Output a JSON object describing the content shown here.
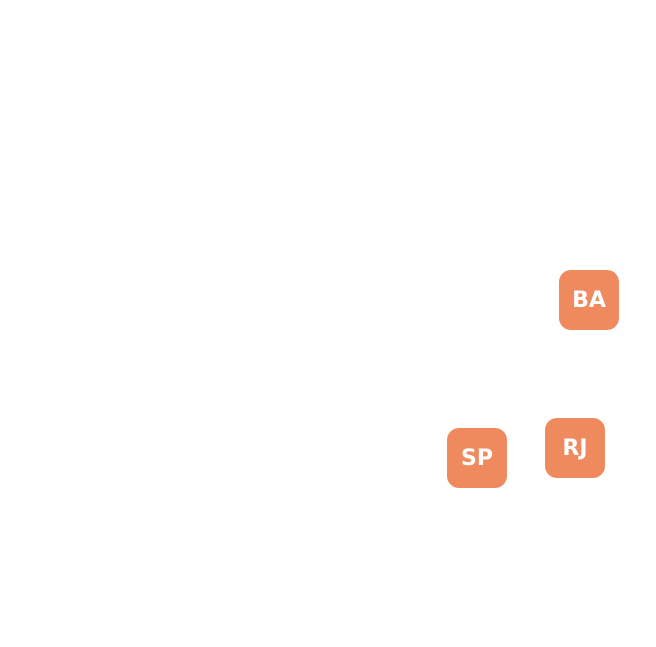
{
  "markers_color": "#EF8A5F",
  "markers": [
    {
      "label": "BA"
    },
    {
      "label": "RJ"
    },
    {
      "label": "SP"
    }
  ]
}
